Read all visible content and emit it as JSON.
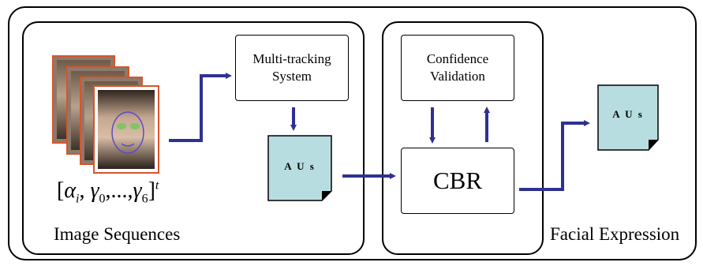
{
  "panels": {
    "image_sequences_label": "Image Sequences",
    "facial_expression_label": "Facial Expression"
  },
  "boxes": {
    "multi_tracking": "Multi-tracking\nSystem",
    "confidence_validation": "Confidence\nValidation",
    "cbr": "CBR"
  },
  "documents": {
    "aus_middle": "A U s",
    "aus_right": "A U s"
  },
  "formula": {
    "open": "[",
    "alpha": "α",
    "alpha_sub": "i",
    "sep1": ", ",
    "gamma0": "γ",
    "gamma0_sub": "0",
    "ellipsis": ",...,",
    "gamma6": "γ",
    "gamma6_sub": "6",
    "close": "]",
    "sup": "t"
  },
  "colors": {
    "arrow": "#2e3192",
    "document_fill": "#b7dde0",
    "photo_border": "#d9542b"
  }
}
